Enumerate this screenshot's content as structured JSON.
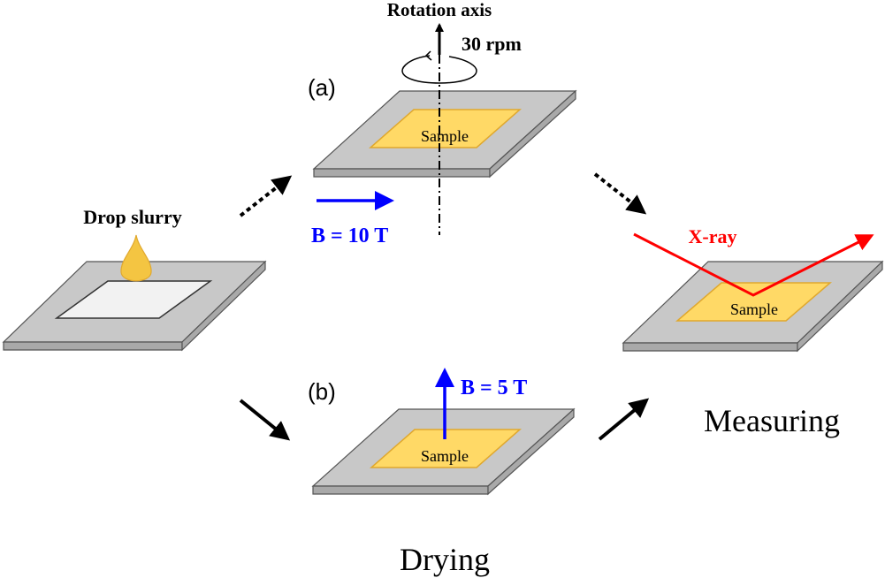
{
  "labels": {
    "rotation_axis": "Rotation axis",
    "rotation_speed": "30 rpm",
    "panel_a": "(a)",
    "panel_b": "(b)",
    "drop_slurry": "Drop slurry",
    "field_a": "B = 10 T",
    "field_b": "B = 5 T",
    "xray": "X-ray",
    "sample": "Sample",
    "measuring": "Measuring",
    "drying": "Drying"
  },
  "colors": {
    "plate_top": "#c8c8c8",
    "plate_side": "#a9a9a9",
    "sample_fill": "#ffd966",
    "sample_stroke": "#e0a82e",
    "droplet": "#f4c542",
    "field_arrow": "#0000ff",
    "xray": "#ff0000",
    "arrow": "#000000"
  }
}
